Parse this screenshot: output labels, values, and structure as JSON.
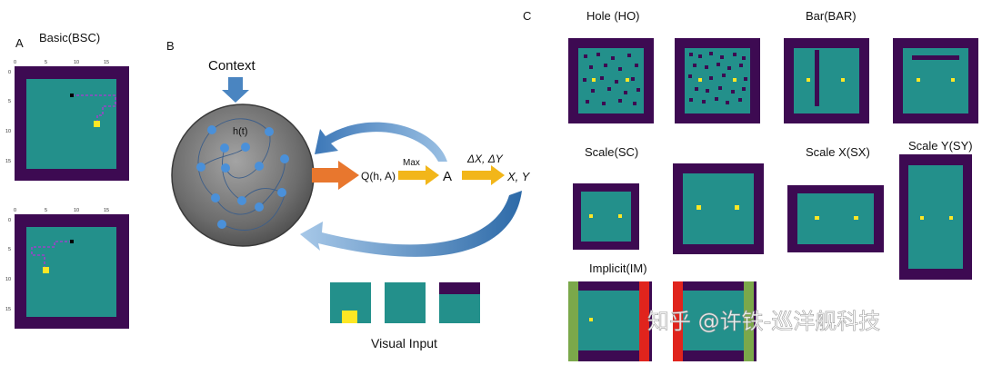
{
  "panel_a": {
    "letter": "A",
    "title": "Basic(BSC)",
    "ticks_x": [
      "0",
      "5",
      "10",
      "15"
    ],
    "ticks_y": [
      "0",
      "5",
      "10",
      "15"
    ]
  },
  "panel_b": {
    "letter": "B",
    "context": "Context",
    "hidden_state": "h(t)",
    "q_label": "Q(h, A)",
    "max_label": "Max",
    "action": "A",
    "delta": "ΔX,  ΔY",
    "position": "X,  Y",
    "visual_input": "Visual Input"
  },
  "panel_c": {
    "letter": "C",
    "hole": "Hole (HO)",
    "bar": "Bar(BAR)",
    "scale": "Scale(SC)",
    "scale_x": "Scale X(SX)",
    "scale_y": "Scale Y(SY)",
    "implicit": "Implicit(IM)"
  },
  "watermark": "知乎 @许铁-巡洋舰科技",
  "colors": {
    "wall": "#3d0a52",
    "floor": "#23908b",
    "goal": "#fde725",
    "path": "#9a44c8",
    "arrow_orange": "#e8772e",
    "arrow_yellow": "#f2b61a",
    "arrow_blue": "#4a85c1",
    "cue_green": "#7ba84a",
    "cue_red": "#e0241d"
  }
}
